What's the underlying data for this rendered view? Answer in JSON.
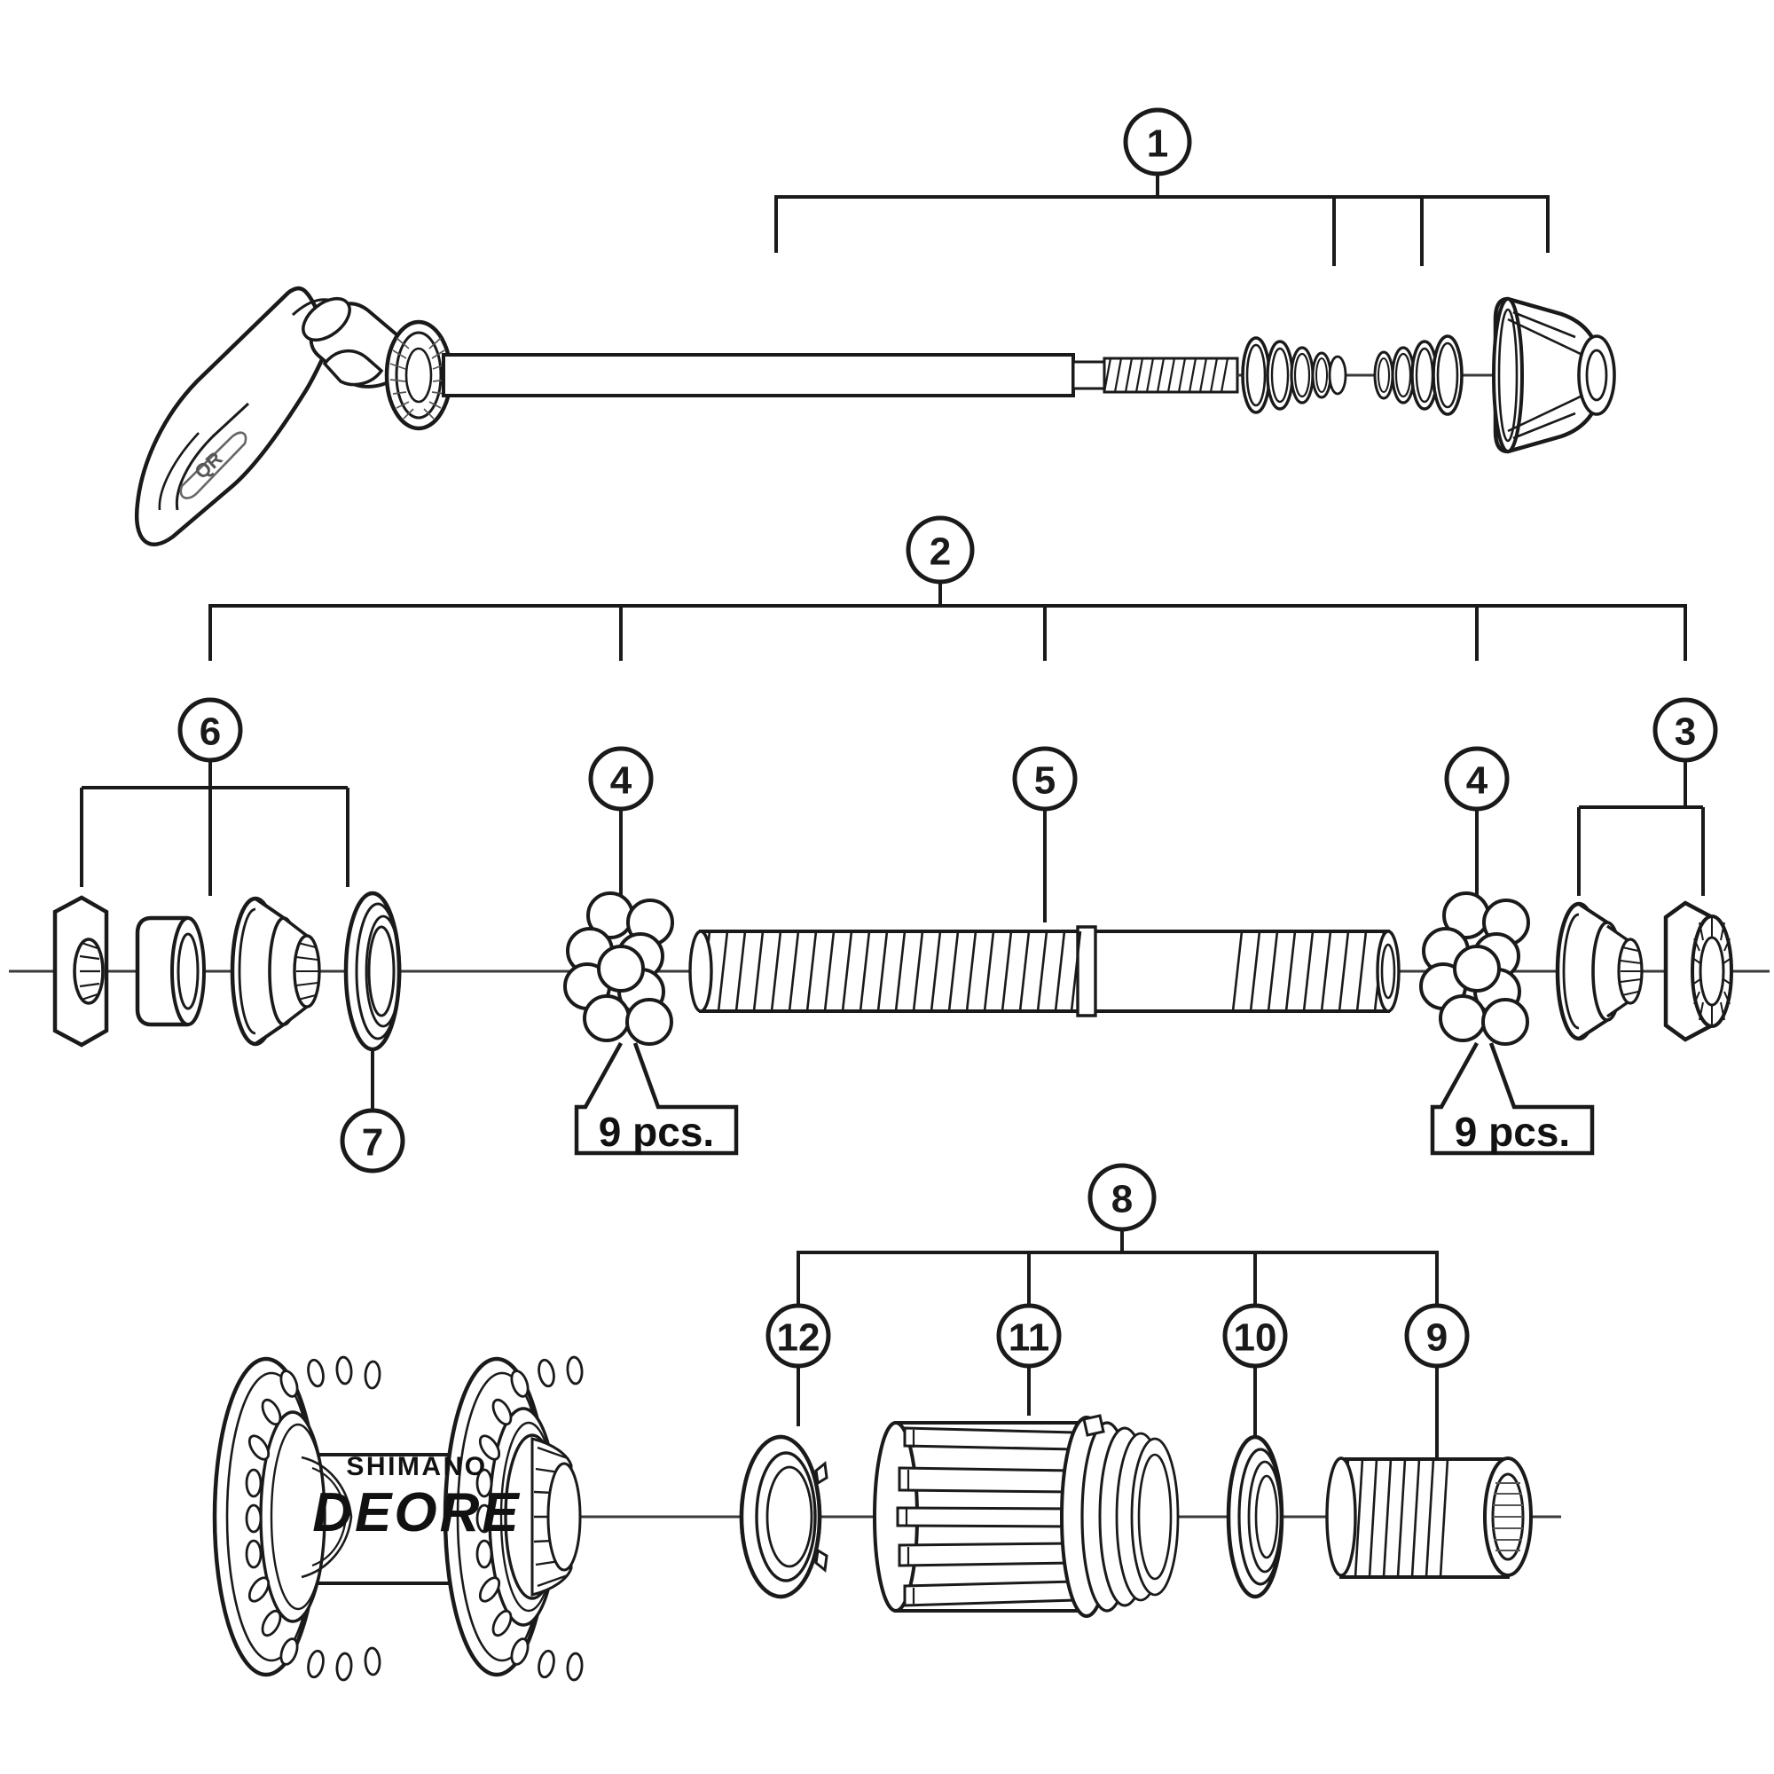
{
  "document": {
    "type": "exploded-parts-diagram",
    "subject": "Shimano Deore rear hub assembly",
    "brand_top": "SHIMANO",
    "brand_main": "DEORE",
    "lever_marking": "QR"
  },
  "callouts": {
    "c1": "1",
    "c2": "2",
    "c3": "3",
    "c4a": "4",
    "c4b": "4",
    "c5": "5",
    "c6": "6",
    "c7": "7",
    "c8": "8",
    "c9": "9",
    "c10": "10",
    "c11": "11",
    "c12": "12"
  },
  "quantity_labels": {
    "left_balls": "9 pcs.",
    "right_balls": "9 pcs."
  },
  "rows": [
    {
      "id": "row-quick-release",
      "group_callout": "1",
      "parts": [
        {
          "name": "quick-release-lever",
          "label": "QR"
        },
        {
          "name": "skewer-rod"
        },
        {
          "name": "spring-left"
        },
        {
          "name": "spring-right"
        },
        {
          "name": "adjusting-nut"
        }
      ]
    },
    {
      "id": "row-axle-assembly",
      "group_callout": "2",
      "parts": [
        {
          "name": "lock-nut",
          "callout": "6"
        },
        {
          "name": "spacer",
          "callout": "6"
        },
        {
          "name": "cone-left",
          "callout": "6"
        },
        {
          "name": "dust-cap",
          "callout": "7"
        },
        {
          "name": "ball-bearings-left",
          "callout": "4",
          "quantity": "9 pcs."
        },
        {
          "name": "axle",
          "callout": "5"
        },
        {
          "name": "ball-bearings-right",
          "callout": "4",
          "quantity": "9 pcs."
        },
        {
          "name": "cone-right",
          "callout": "3"
        },
        {
          "name": "lock-nut-right",
          "callout": "3"
        }
      ]
    },
    {
      "id": "row-hub-shell",
      "group_callout": "8",
      "parts": [
        {
          "name": "hub-shell"
        },
        {
          "name": "lock-washer",
          "callout": "12"
        },
        {
          "name": "freehub-body",
          "callout": "11"
        },
        {
          "name": "seal-ring",
          "callout": "10"
        },
        {
          "name": "freehub-fixing-bolt",
          "callout": "9"
        }
      ]
    }
  ],
  "colors": {
    "line": "#1a1a1a",
    "thin_line": "#3a3a3a",
    "background": "#ffffff",
    "text": "#111111"
  }
}
